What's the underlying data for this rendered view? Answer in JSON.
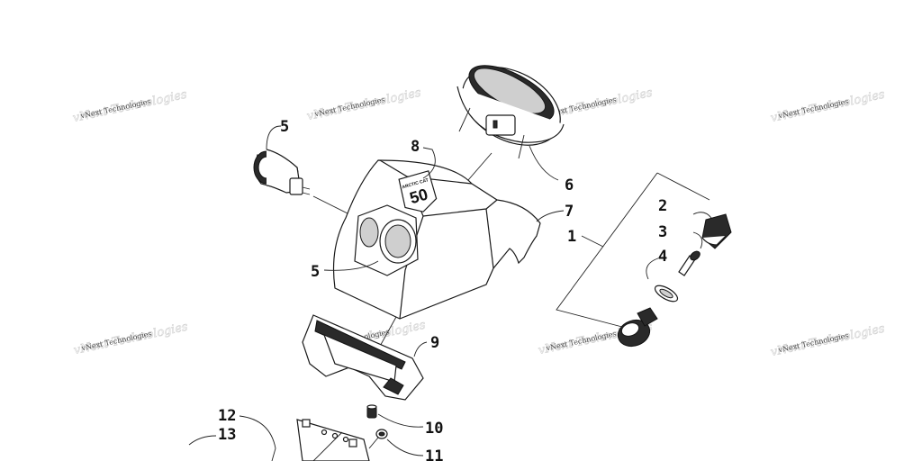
{
  "callouts": {
    "c1": "1",
    "c2": "2",
    "c3": "3",
    "c4": "4",
    "c5a": "5",
    "c5b": "5",
    "c6": "6",
    "c7": "7",
    "c8": "8",
    "c9": "9",
    "c10": "10",
    "c11": "11",
    "c12": "12",
    "c13": "13"
  },
  "watermark": {
    "text": "vNext Technologies"
  },
  "logo": {
    "brand": "ARCTIC CAT",
    "model": "50"
  },
  "colors": {
    "line": "#1a1a1a",
    "shade": "#2a2a2a",
    "watermark": "#d2d2d2"
  }
}
